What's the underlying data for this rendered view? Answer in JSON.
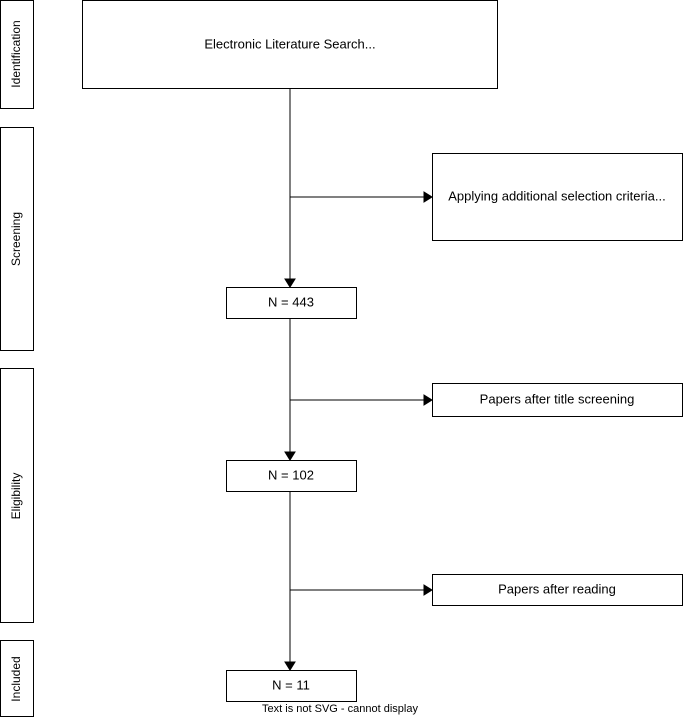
{
  "stages": {
    "identification": "Identification",
    "screening": "Screening",
    "eligibility": "Eligibility",
    "included": "Included"
  },
  "nodes": {
    "search": "Electronic Literature Search...",
    "criteria": "Applying additional selection criteria...",
    "n443": "N = 443",
    "title_screening": "Papers after title screening",
    "n102": "N = 102",
    "after_reading": "Papers after reading",
    "n11": "N = 11"
  },
  "footer": {
    "warning": "Text is not SVG - cannot display"
  }
}
